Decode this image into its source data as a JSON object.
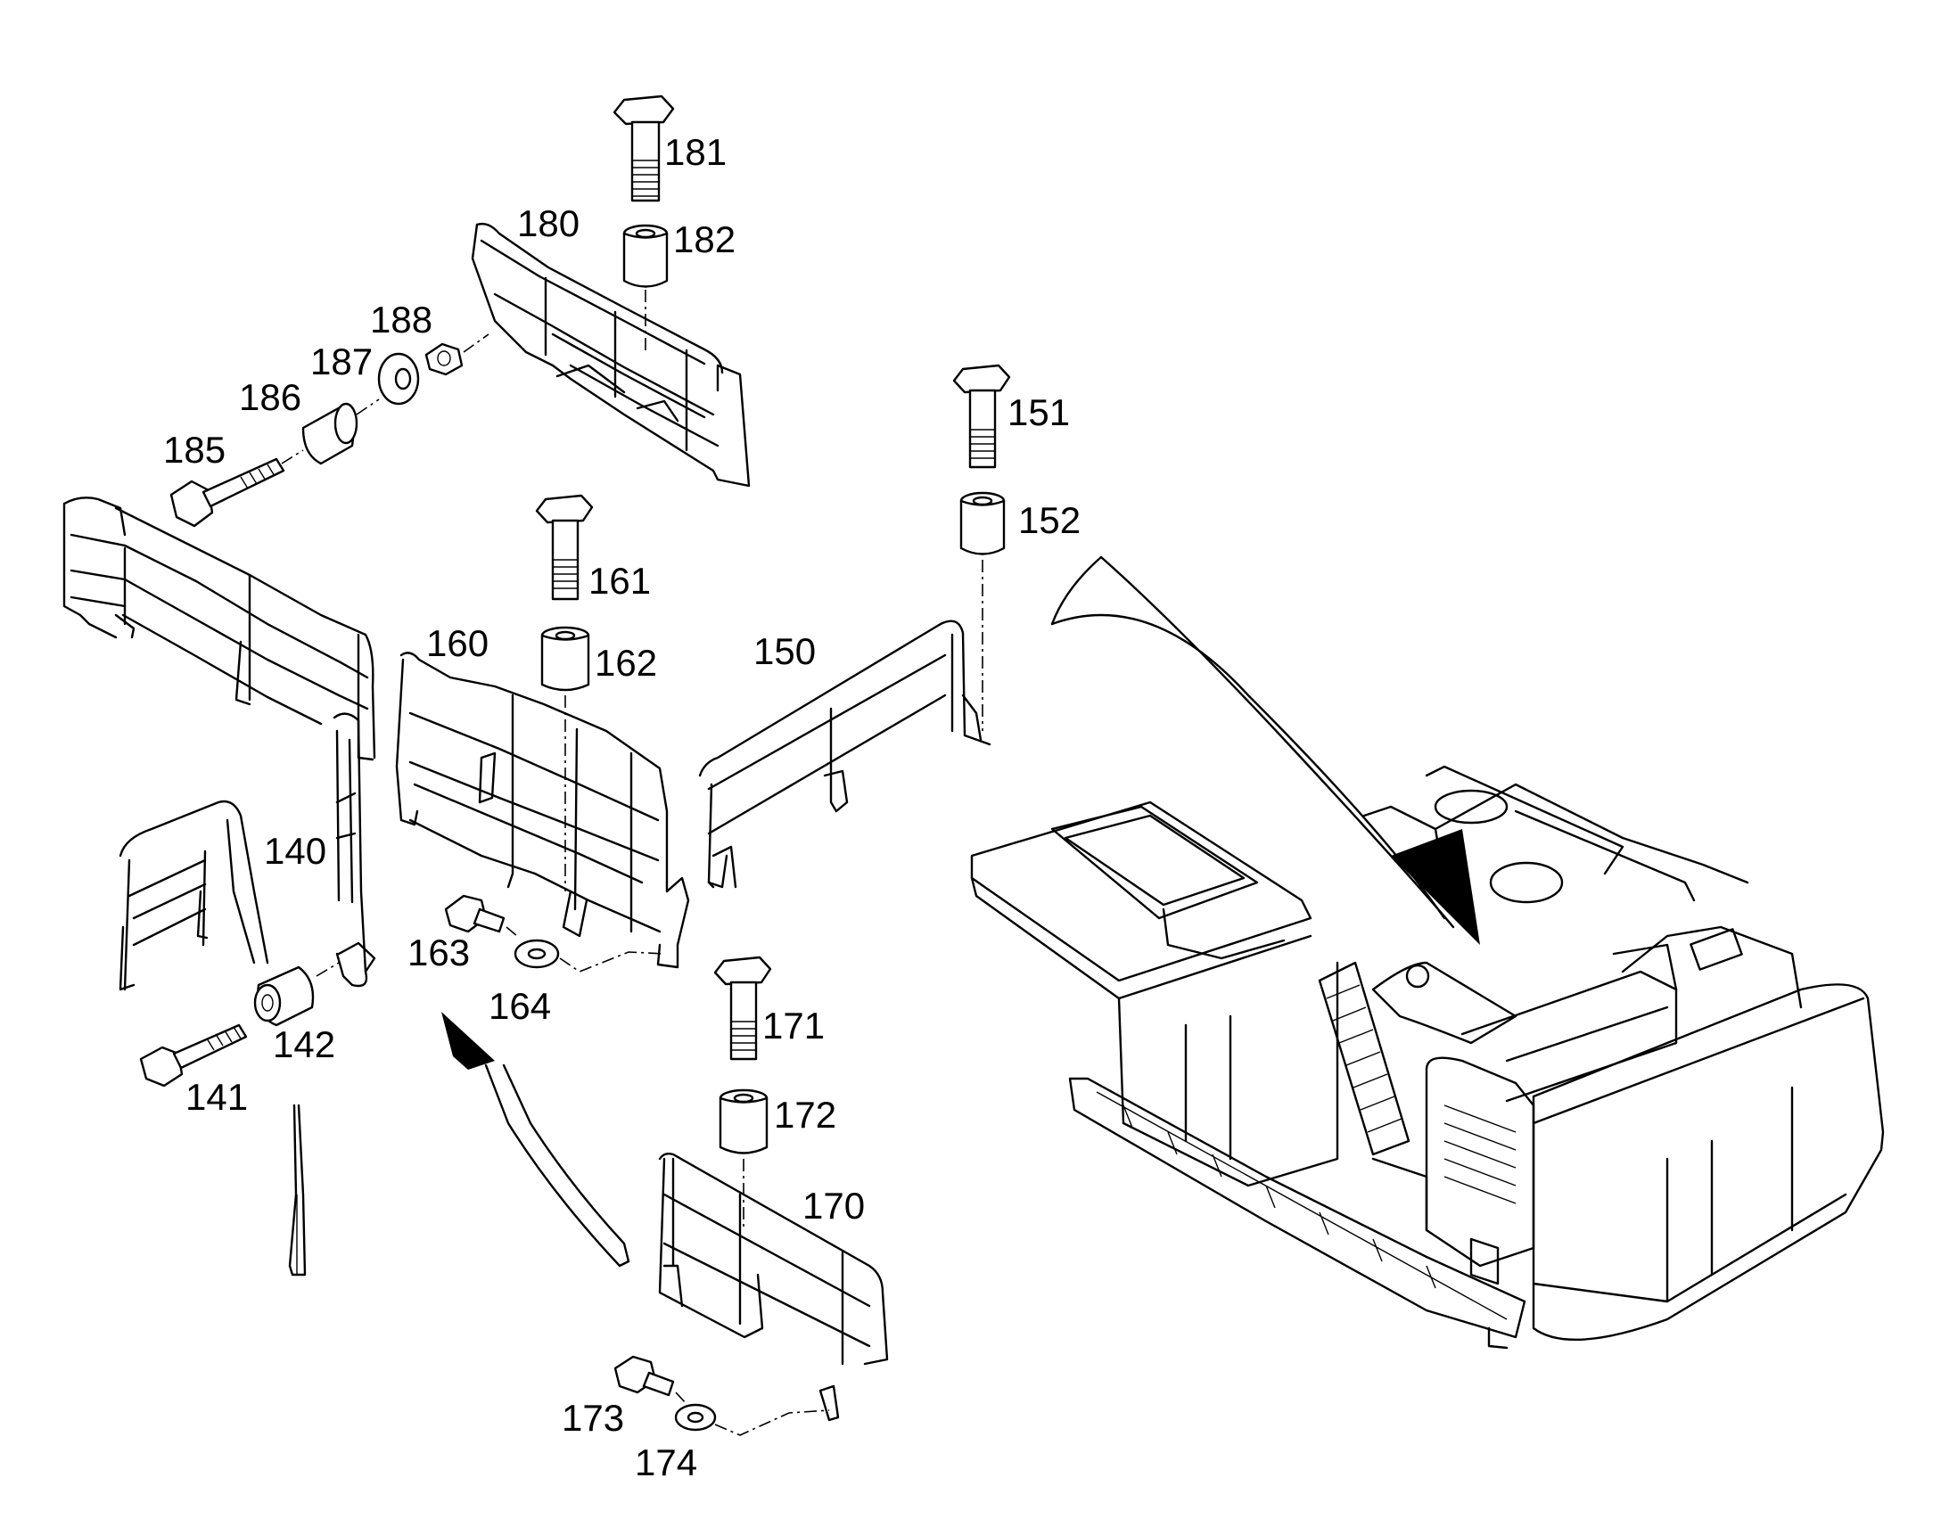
{
  "callouts": [
    {
      "id": "181",
      "text": "181"
    },
    {
      "id": "182",
      "text": "182"
    },
    {
      "id": "180",
      "text": "180"
    },
    {
      "id": "188",
      "text": "188"
    },
    {
      "id": "187",
      "text": "187"
    },
    {
      "id": "186",
      "text": "186"
    },
    {
      "id": "185",
      "text": "185"
    },
    {
      "id": "151",
      "text": "151"
    },
    {
      "id": "152",
      "text": "152"
    },
    {
      "id": "161",
      "text": "161"
    },
    {
      "id": "162",
      "text": "162"
    },
    {
      "id": "160",
      "text": "160"
    },
    {
      "id": "150",
      "text": "150"
    },
    {
      "id": "140",
      "text": "140"
    },
    {
      "id": "163",
      "text": "163"
    },
    {
      "id": "164",
      "text": "164"
    },
    {
      "id": "142",
      "text": "142"
    },
    {
      "id": "141",
      "text": "141"
    },
    {
      "id": "171",
      "text": "171"
    },
    {
      "id": "172",
      "text": "172"
    },
    {
      "id": "170",
      "text": "170"
    },
    {
      "id": "173",
      "text": "173"
    },
    {
      "id": "174",
      "text": "174"
    }
  ]
}
